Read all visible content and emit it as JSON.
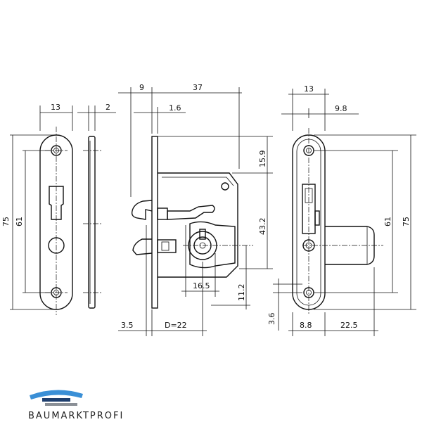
{
  "dimensions": {
    "front_width": "13",
    "side_thickness": "2",
    "front_height": "75",
    "front_hole_spacing": "61",
    "backset_left": "9",
    "case_depth": "37",
    "plate_offset": "1.6",
    "top_offset": "15.9",
    "case_height": "43.2",
    "key_width": "16.5",
    "key_offset": "11.2",
    "plate_edge": "3.5",
    "backset": "D=22",
    "right_width": "13",
    "right_offset": "9.8",
    "right_hole_spacing": "61",
    "right_height": "75",
    "bottom_offset": "3.6",
    "bolt_base": "8.8",
    "bolt_throw": "22.5"
  },
  "branding": {
    "logo_text": "BAUMARKTPROFI",
    "logo_colors": {
      "blue": "#3a8fd6",
      "dark": "#1f3f6e",
      "gray": "#8a8f96"
    }
  }
}
